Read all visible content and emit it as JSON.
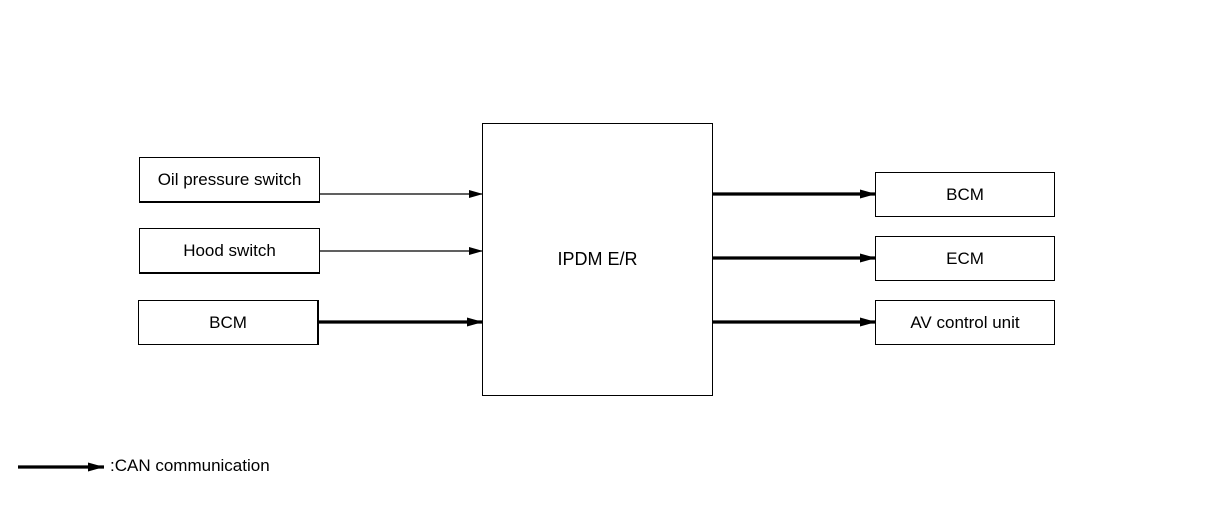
{
  "center_unit": {
    "label": "IPDM E/R"
  },
  "inputs": [
    {
      "label": "Oil pressure switch",
      "can": false
    },
    {
      "label": "Hood switch",
      "can": false
    },
    {
      "label": "BCM",
      "can": true
    }
  ],
  "outputs": [
    {
      "label": "BCM",
      "can": true
    },
    {
      "label": "ECM",
      "can": true
    },
    {
      "label": "AV control unit",
      "can": true
    }
  ],
  "legend": {
    "label": ":CAN communication"
  },
  "colors": {
    "line": "#000000",
    "background": "#ffffff"
  }
}
